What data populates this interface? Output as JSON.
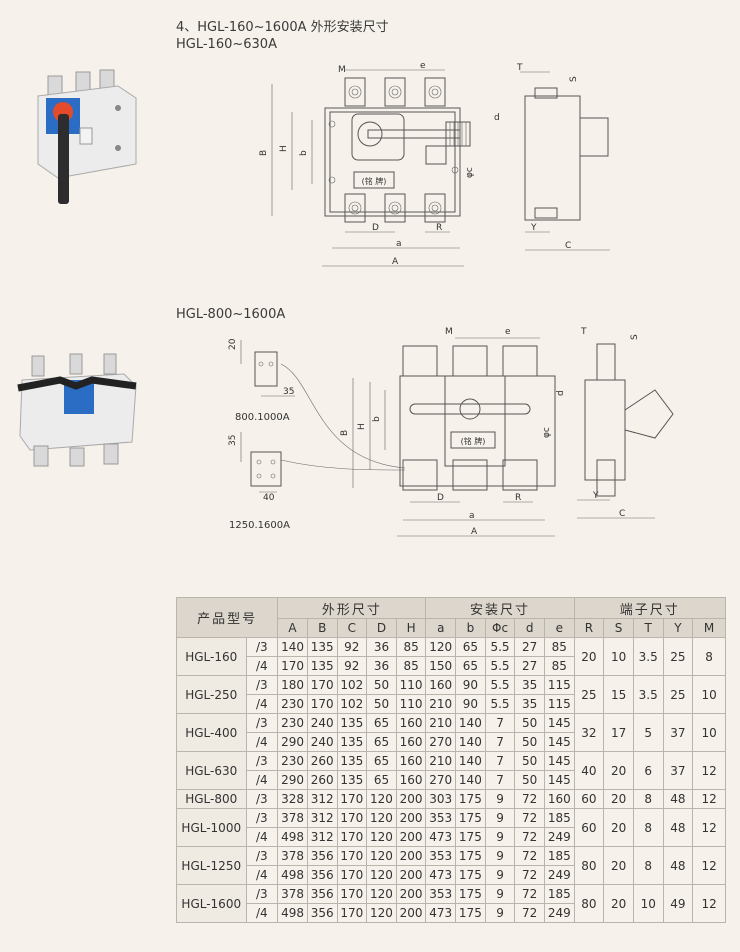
{
  "headings": {
    "section": "4、HGL-160~1600A 外形安装尺寸",
    "sub1": "HGL-160~630A",
    "sub2": "HGL-800~1600A"
  },
  "drawing1": {
    "labels": {
      "M": "M",
      "e": "e",
      "T": "T",
      "S": "S",
      "B": "B",
      "H": "H",
      "b": "b",
      "d": "d",
      "phic": "φc",
      "D": "D",
      "R": "R",
      "a": "a",
      "A": "A",
      "Y": "Y",
      "C": "C",
      "nameplate": "(铭 牌)"
    }
  },
  "drawing2": {
    "labels": {
      "M": "M",
      "e": "e",
      "T": "T",
      "S": "S",
      "B": "B",
      "H": "H",
      "b": "b",
      "d": "d",
      "phic": "φc",
      "D": "D",
      "R": "R",
      "a": "a",
      "A": "A",
      "Y": "Y",
      "C": "C",
      "nameplate": "(铭 牌)"
    },
    "detail1": {
      "dim1": "20",
      "dim2": "35",
      "caption": "800.1000A"
    },
    "detail2": {
      "dim1": "35",
      "dim2": "40",
      "caption": "1250.1600A"
    }
  },
  "table": {
    "group_headers": {
      "model": "产品型号",
      "outer": "外形尺寸",
      "mount": "安装尺寸",
      "terminal": "端子尺寸"
    },
    "columns": [
      "A",
      "B",
      "C",
      "D",
      "H",
      "a",
      "b",
      "Φc",
      "d",
      "e",
      "R",
      "S",
      "T",
      "Y",
      "M"
    ],
    "models": [
      {
        "name": "HGL-160",
        "rows": [
          {
            "pole": "/3",
            "vals": [
              "140",
              "135",
              "92",
              "36",
              "85",
              "120",
              "65",
              "5.5",
              "27",
              "85"
            ]
          },
          {
            "pole": "/4",
            "vals": [
              "170",
              "135",
              "92",
              "36",
              "85",
              "150",
              "65",
              "5.5",
              "27",
              "85"
            ]
          }
        ],
        "term": [
          "20",
          "10",
          "3.5",
          "25",
          "8"
        ]
      },
      {
        "name": "HGL-250",
        "rows": [
          {
            "pole": "/3",
            "vals": [
              "180",
              "170",
              "102",
              "50",
              "110",
              "160",
              "90",
              "5.5",
              "35",
              "115"
            ]
          },
          {
            "pole": "/4",
            "vals": [
              "230",
              "170",
              "102",
              "50",
              "110",
              "210",
              "90",
              "5.5",
              "35",
              "115"
            ]
          }
        ],
        "term": [
          "25",
          "15",
          "3.5",
          "25",
          "10"
        ]
      },
      {
        "name": "HGL-400",
        "rows": [
          {
            "pole": "/3",
            "vals": [
              "230",
              "240",
              "135",
              "65",
              "160",
              "210",
              "140",
              "7",
              "50",
              "145"
            ]
          },
          {
            "pole": "/4",
            "vals": [
              "290",
              "240",
              "135",
              "65",
              "160",
              "270",
              "140",
              "7",
              "50",
              "145"
            ]
          }
        ],
        "term": [
          "32",
          "17",
          "5",
          "37",
          "10"
        ]
      },
      {
        "name": "HGL-630",
        "rows": [
          {
            "pole": "/3",
            "vals": [
              "230",
              "260",
              "135",
              "65",
              "160",
              "210",
              "140",
              "7",
              "50",
              "145"
            ]
          },
          {
            "pole": "/4",
            "vals": [
              "290",
              "260",
              "135",
              "65",
              "160",
              "270",
              "140",
              "7",
              "50",
              "145"
            ]
          }
        ],
        "term": [
          "40",
          "20",
          "6",
          "37",
          "12"
        ]
      },
      {
        "name": "HGL-800",
        "rows": [
          {
            "pole": "/3",
            "vals": [
              "328",
              "312",
              "170",
              "120",
              "200",
              "303",
              "175",
              "9",
              "72",
              "160"
            ]
          }
        ],
        "term": [
          "60",
          "20",
          "8",
          "48",
          "12"
        ]
      },
      {
        "name": "HGL-1000",
        "rows": [
          {
            "pole": "/3",
            "vals": [
              "378",
              "312",
              "170",
              "120",
              "200",
              "353",
              "175",
              "9",
              "72",
              "185"
            ]
          },
          {
            "pole": "/4",
            "vals": [
              "498",
              "312",
              "170",
              "120",
              "200",
              "473",
              "175",
              "9",
              "72",
              "249"
            ]
          }
        ],
        "term": [
          "60",
          "20",
          "8",
          "48",
          "12"
        ]
      },
      {
        "name": "HGL-1250",
        "rows": [
          {
            "pole": "/3",
            "vals": [
              "378",
              "356",
              "170",
              "120",
              "200",
              "353",
              "175",
              "9",
              "72",
              "185"
            ]
          },
          {
            "pole": "/4",
            "vals": [
              "498",
              "356",
              "170",
              "120",
              "200",
              "473",
              "175",
              "9",
              "72",
              "249"
            ]
          }
        ],
        "term": [
          "80",
          "20",
          "8",
          "48",
          "12"
        ]
      },
      {
        "name": "HGL-1600",
        "rows": [
          {
            "pole": "/3",
            "vals": [
              "378",
              "356",
              "170",
              "120",
              "200",
              "353",
              "175",
              "9",
              "72",
              "185"
            ]
          },
          {
            "pole": "/4",
            "vals": [
              "498",
              "356",
              "170",
              "120",
              "200",
              "473",
              "175",
              "9",
              "72",
              "249"
            ]
          }
        ],
        "term": [
          "80",
          "20",
          "10",
          "49",
          "12"
        ]
      }
    ]
  }
}
